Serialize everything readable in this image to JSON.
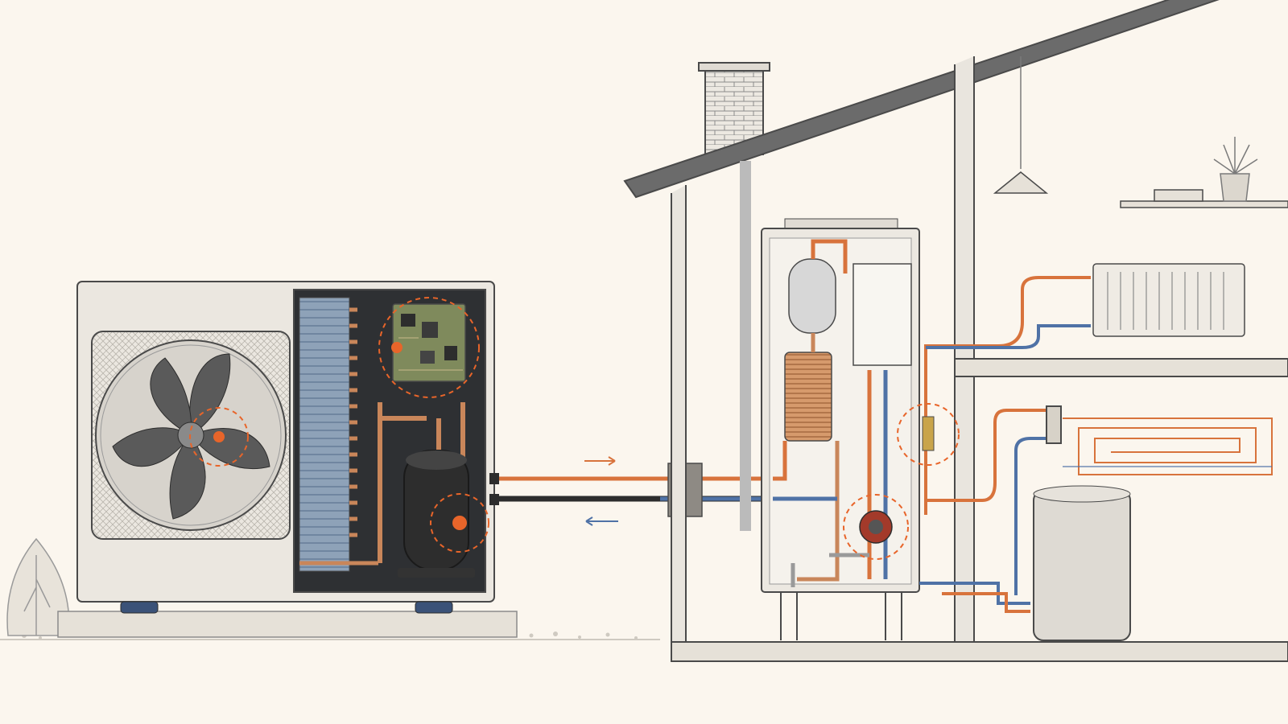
{
  "diagram": {
    "type": "air-to-water heat pump system cutaway illustration",
    "colors": {
      "background": "#fbf6ee",
      "line": "#4a4a4a",
      "wall": "#e9e5de",
      "hot_pipe": "#d8733c",
      "cold_pipe": "#4f72a6",
      "copper": "#c9865a",
      "highlight": "#e8652a",
      "compressor": "#2d2d2d",
      "pcb": "#7f8a5c"
    },
    "components": [
      {
        "id": "outdoor-unit",
        "icon": "heat-pump-outdoor-unit"
      },
      {
        "id": "fan",
        "icon": "fan-icon",
        "highlighted": true
      },
      {
        "id": "evaporator-coil",
        "icon": "coil-icon"
      },
      {
        "id": "control-board",
        "icon": "circuit-board-icon",
        "highlighted": true
      },
      {
        "id": "compressor",
        "icon": "compressor-icon",
        "highlighted": true
      },
      {
        "id": "indoor-hydro-unit",
        "icon": "hydro-box-icon"
      },
      {
        "id": "expansion-vessel",
        "icon": "tank-icon"
      },
      {
        "id": "plate-heat-exchanger",
        "icon": "heat-exchanger-icon"
      },
      {
        "id": "circulation-pump",
        "icon": "pump-icon",
        "highlighted": true
      },
      {
        "id": "valve",
        "icon": "valve-icon",
        "highlighted": true
      },
      {
        "id": "radiator",
        "icon": "radiator-icon"
      },
      {
        "id": "underfloor-heating",
        "icon": "underfloor-loop-icon"
      },
      {
        "id": "hot-water-cylinder",
        "icon": "cylinder-icon"
      },
      {
        "id": "plant",
        "icon": "plant-icon"
      },
      {
        "id": "pendant-lamp",
        "icon": "lamp-icon"
      }
    ],
    "flow_arrows": [
      {
        "id": "supply",
        "direction": "right",
        "color": "hot"
      },
      {
        "id": "return",
        "direction": "left",
        "color": "cold"
      }
    ]
  }
}
